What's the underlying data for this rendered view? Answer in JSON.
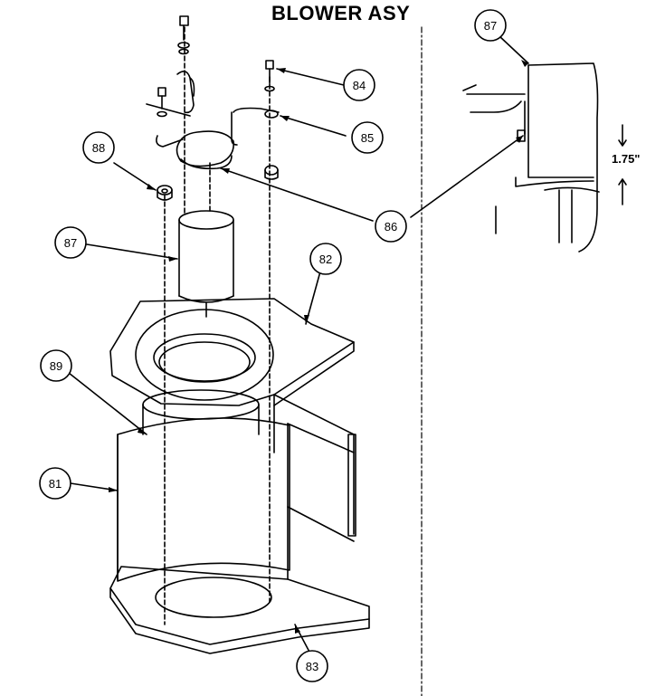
{
  "title": "BLOWER ASY",
  "dimension_label": "1.75\"",
  "callouts": {
    "c81": "81",
    "c82": "82",
    "c83": "83",
    "c84": "84",
    "c85": "85",
    "c86": "86",
    "c87_detail": "87",
    "c87": "87",
    "c88": "88",
    "c89": "89"
  }
}
